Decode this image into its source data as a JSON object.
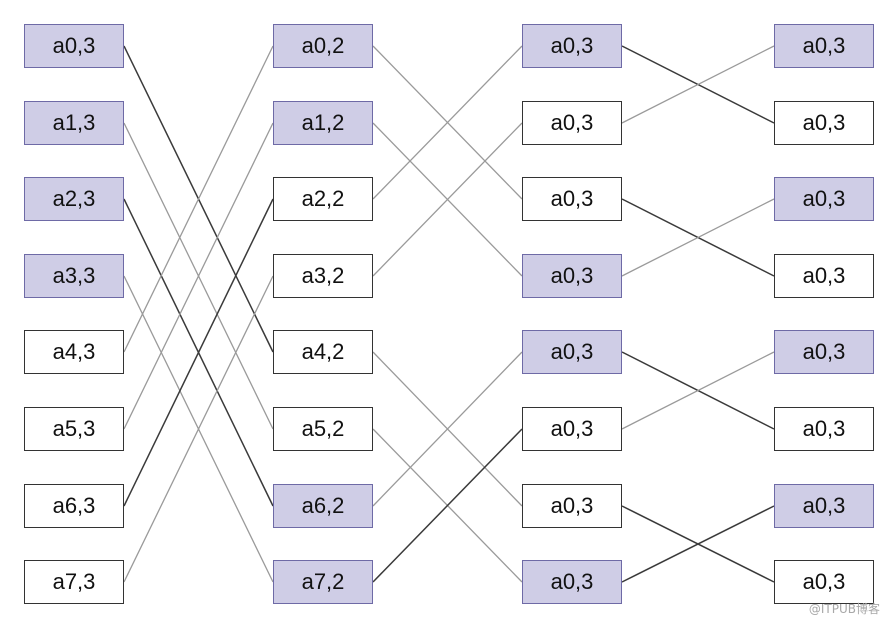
{
  "colors": {
    "filled": "#cfcde6",
    "plain": "#ffffff",
    "line_dark": "#3a3a3a",
    "line_light": "#9a9a9a"
  },
  "columns": [
    [
      {
        "label": "a0,3",
        "filled": true
      },
      {
        "label": "a1,3",
        "filled": true
      },
      {
        "label": "a2,3",
        "filled": true
      },
      {
        "label": "a3,3",
        "filled": true
      },
      {
        "label": "a4,3",
        "filled": false
      },
      {
        "label": "a5,3",
        "filled": false
      },
      {
        "label": "a6,3",
        "filled": false
      },
      {
        "label": "a7,3",
        "filled": false
      }
    ],
    [
      {
        "label": "a0,2",
        "filled": true
      },
      {
        "label": "a1,2",
        "filled": true
      },
      {
        "label": "a2,2",
        "filled": false
      },
      {
        "label": "a3,2",
        "filled": false
      },
      {
        "label": "a4,2",
        "filled": false
      },
      {
        "label": "a5,2",
        "filled": false
      },
      {
        "label": "a6,2",
        "filled": true
      },
      {
        "label": "a7,2",
        "filled": true
      }
    ],
    [
      {
        "label": "a0,3",
        "filled": true
      },
      {
        "label": "a0,3",
        "filled": false
      },
      {
        "label": "a0,3",
        "filled": false
      },
      {
        "label": "a0,3",
        "filled": true
      },
      {
        "label": "a0,3",
        "filled": true
      },
      {
        "label": "a0,3",
        "filled": false
      },
      {
        "label": "a0,3",
        "filled": false
      },
      {
        "label": "a0,3",
        "filled": true
      }
    ],
    [
      {
        "label": "a0,3",
        "filled": true
      },
      {
        "label": "a0,3",
        "filled": false
      },
      {
        "label": "a0,3",
        "filled": true
      },
      {
        "label": "a0,3",
        "filled": false
      },
      {
        "label": "a0,3",
        "filled": true
      },
      {
        "label": "a0,3",
        "filled": false
      },
      {
        "label": "a0,3",
        "filled": true
      },
      {
        "label": "a0,3",
        "filled": false
      }
    ]
  ],
  "links": [
    {
      "stage": 0,
      "from": 0,
      "to": 4,
      "tone": "dark"
    },
    {
      "stage": 0,
      "from": 1,
      "to": 5,
      "tone": "light"
    },
    {
      "stage": 0,
      "from": 2,
      "to": 6,
      "tone": "dark"
    },
    {
      "stage": 0,
      "from": 3,
      "to": 7,
      "tone": "light"
    },
    {
      "stage": 0,
      "from": 4,
      "to": 0,
      "tone": "light"
    },
    {
      "stage": 0,
      "from": 5,
      "to": 1,
      "tone": "light"
    },
    {
      "stage": 0,
      "from": 6,
      "to": 2,
      "tone": "dark"
    },
    {
      "stage": 0,
      "from": 7,
      "to": 3,
      "tone": "light"
    },
    {
      "stage": 1,
      "from": 0,
      "to": 2,
      "tone": "light"
    },
    {
      "stage": 1,
      "from": 1,
      "to": 3,
      "tone": "light"
    },
    {
      "stage": 1,
      "from": 2,
      "to": 0,
      "tone": "light"
    },
    {
      "stage": 1,
      "from": 3,
      "to": 1,
      "tone": "light"
    },
    {
      "stage": 1,
      "from": 4,
      "to": 6,
      "tone": "light"
    },
    {
      "stage": 1,
      "from": 5,
      "to": 7,
      "tone": "light"
    },
    {
      "stage": 1,
      "from": 6,
      "to": 4,
      "tone": "light"
    },
    {
      "stage": 1,
      "from": 7,
      "to": 5,
      "tone": "dark"
    },
    {
      "stage": 2,
      "from": 0,
      "to": 1,
      "tone": "dark"
    },
    {
      "stage": 2,
      "from": 1,
      "to": 0,
      "tone": "light"
    },
    {
      "stage": 2,
      "from": 2,
      "to": 3,
      "tone": "dark"
    },
    {
      "stage": 2,
      "from": 3,
      "to": 2,
      "tone": "light"
    },
    {
      "stage": 2,
      "from": 4,
      "to": 5,
      "tone": "dark"
    },
    {
      "stage": 2,
      "from": 5,
      "to": 4,
      "tone": "light"
    },
    {
      "stage": 2,
      "from": 6,
      "to": 7,
      "tone": "dark"
    },
    {
      "stage": 2,
      "from": 7,
      "to": 6,
      "tone": "dark"
    }
  ],
  "watermark": "@ITPUB博客"
}
